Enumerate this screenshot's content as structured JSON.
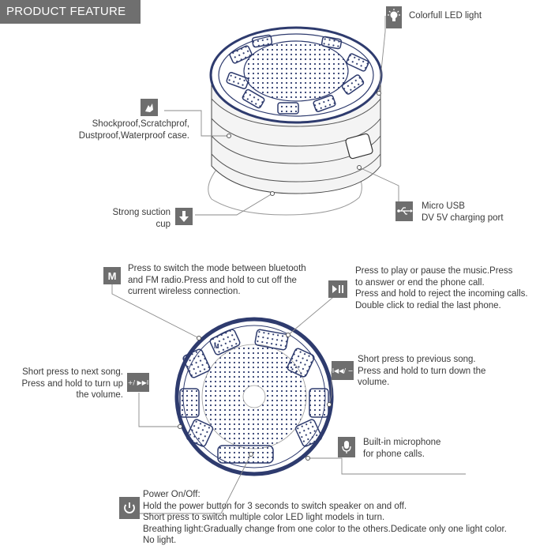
{
  "banner": {
    "title": "PRODUCT FEATURE"
  },
  "callouts": {
    "led": "Colorfull LED light",
    "shock_1": "Shockproof,Scratchprof,",
    "shock_2": "Dustproof,Waterproof case.",
    "usb_1": "Micro USB",
    "usb_2": "DV 5V charging port",
    "suction_1": "Strong suction",
    "suction_2": "cup",
    "mode_1": "Press to switch the mode between bluetooth",
    "mode_2": "and FM radio.Press and hold to cut off the",
    "mode_3": "current wireless connection.",
    "play_1": "Press to play or pause the music.Press",
    "play_2": "to answer or end the phone call.",
    "play_3": "Press and hold to reject the incoming calls.",
    "play_4": "Double click to redial the last phone.",
    "next_1": "Short press to next song.",
    "next_2": "Press and hold to turn up",
    "next_3": "the volume.",
    "prev_1": "Short press to previous song.",
    "prev_2": "Press and hold to turn down the",
    "prev_3": "volume.",
    "mic_1": "Built-in microphone",
    "mic_2": "for phone calls.",
    "power_1": "Power On/Off:",
    "power_2": "Hold the power button for 3 seconds to switch speaker on and off.",
    "power_3": "Short press to switch multiple color LED light models in turn.",
    "power_4": "Breathing light:Gradually change from one color to the others.Dedicate only one light color.",
    "power_5": "No light."
  },
  "button_glyphs": {
    "mode": "M",
    "play": "▶II",
    "next": "+/ ▶▶I",
    "prev": "I◀◀/ −"
  },
  "icons": [
    "led-bulb-icon",
    "hand-shock-icon",
    "usb-icon",
    "down-arrow-icon",
    "m-button-icon",
    "play-pause-icon",
    "volume-up-next-icon",
    "volume-down-prev-icon",
    "microphone-icon",
    "power-icon"
  ],
  "colors": {
    "banner_bg": "#6f6f6f",
    "icon_bg": "#6e6e6e",
    "navy": "#2e3b6e",
    "line": "#8a8a8a"
  }
}
